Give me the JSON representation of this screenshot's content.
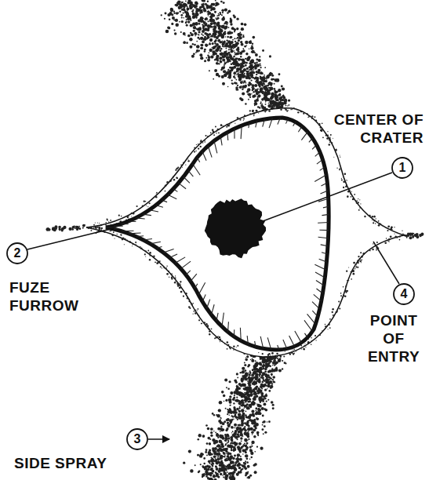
{
  "diagram": {
    "labels": [
      "CENTER OF CRATER",
      "1",
      "2",
      "FUZE FURROW",
      "4",
      "POINT OF ENTRY",
      "3",
      "SIDE SPRAY"
    ]
  }
}
